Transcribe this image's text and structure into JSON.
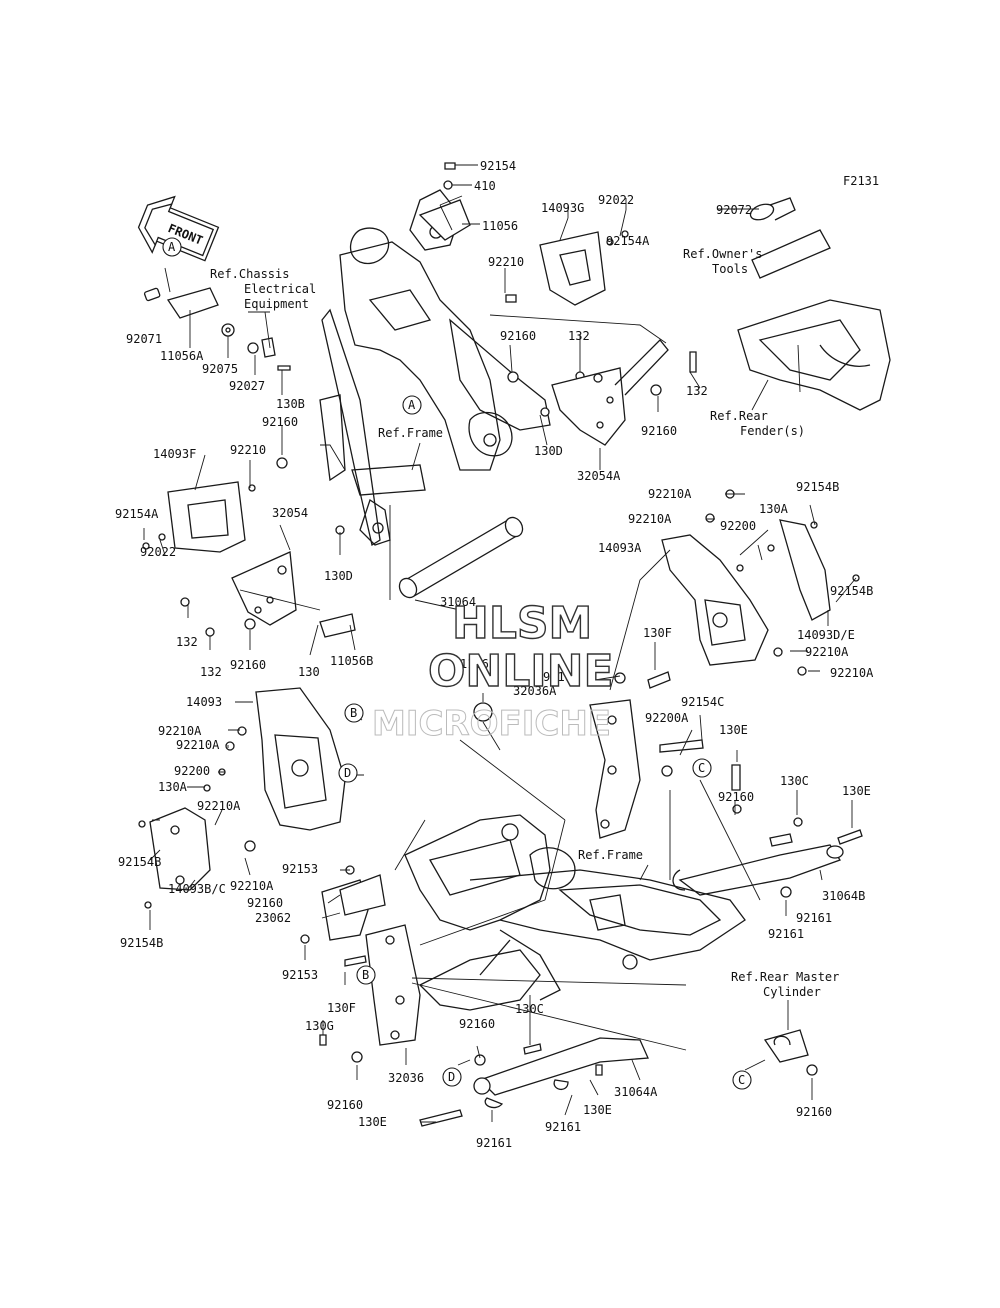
{
  "diagram_code": "F2131",
  "front_arrow": "FRONT",
  "watermark": {
    "line1": "HLSM",
    "line2": "ONLINE",
    "line3": "MICROFICHE"
  },
  "refs": {
    "chassis": "Ref.Chassis\nElectrical\nEquipment",
    "frame_top": "Ref.Frame",
    "frame_bottom": "Ref.Frame",
    "owners_tools": "Ref.Owner's\nTools",
    "rear_fender": "Ref.Rear\nFender(s)",
    "rear_master": "Ref.Rear Master\nCylinder"
  },
  "callouts": {
    "a1": "A",
    "a2": "A",
    "b1": "B",
    "b2": "B",
    "c1": "C",
    "c2": "C",
    "c3": "C",
    "d1": "D",
    "d2": "D"
  },
  "parts": {
    "p92154": "92154",
    "p410": "410",
    "p11056": "11056",
    "p14093G": "14093G",
    "p92022a": "92022",
    "p92154A_a": "92154A",
    "p92210a": "92210",
    "p92072": "92072",
    "p92071": "92071",
    "p11056A": "11056A",
    "p92075": "92075",
    "p92027": "92027",
    "p130B": "130B",
    "p92160a": "92160",
    "p132a": "132",
    "p92160b": "92160",
    "p132b": "132",
    "p92160c": "92160",
    "p130D_a": "130D",
    "p32054A": "32054A",
    "p14093F": "14093F",
    "p92210b": "92210",
    "p92154A_b": "92154A",
    "p92022b": "92022",
    "p32054": "32054",
    "p130D_b": "130D",
    "p132c": "132",
    "p132d": "132",
    "p92160d": "92160",
    "p130": "130",
    "p11056B": "11056B",
    "p31064": "31064",
    "p92210A_a": "92210A",
    "p92210A_b": "92210A",
    "p130A_a": "130A",
    "p92154B_a": "92154B",
    "p14093A": "14093A",
    "p92200a": "92200",
    "p92154B_b": "92154B",
    "p14093DE": "14093D/E",
    "p92210A_c": "92210A",
    "p92210A_d": "92210A",
    "p130F_a": "130F",
    "p92160e": "92160",
    "p11065": "11065",
    "p32036A": "32036A",
    "p92154C": "92154C",
    "p92200A": "92200A",
    "p130E_a": "130E",
    "p14093": "14093",
    "p92210A_e": "92210A",
    "p92210A_f": "92210A",
    "p92200b": "92200",
    "p130A_b": "130A",
    "p92210A_g": "92210A",
    "p92154B_c": "92154B",
    "p14093BC": "14093B/C",
    "p92154B_d": "92154B",
    "p92210A_h": "92210A",
    "p92153a": "92153",
    "p92160f": "92160",
    "p23062": "23062",
    "p92153b": "92153",
    "p130C_a": "130C",
    "p130E_b": "130E",
    "p92160g": "92160",
    "p31064B": "31064B",
    "p92161a": "92161",
    "p92161b": "92161",
    "p130F_b": "130F",
    "p130G": "130G",
    "p92160h": "92160",
    "p130C_b": "130C",
    "p32036": "32036",
    "p92160i": "92160",
    "p130E_c": "130E",
    "p31064A": "31064A",
    "p130E_d": "130E",
    "p92161c": "92161",
    "p92161d": "92161",
    "p92160j": "92160"
  }
}
